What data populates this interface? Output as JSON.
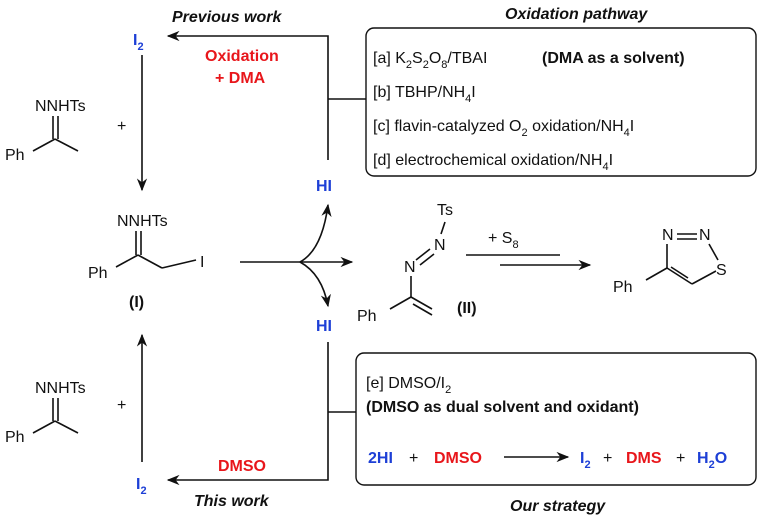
{
  "headers": {
    "previous_work": "Previous work",
    "oxidation_pathway": "Oxidation pathway",
    "this_work": "This work",
    "our_strategy": "Our strategy"
  },
  "top": {
    "i2": "I",
    "i2_sub": "2",
    "oxidation_line1": "Oxidation",
    "oxidation_line2": "+ DMA",
    "hi": "HI",
    "plus": "+",
    "hydrazone_label": "NNHTs",
    "ph": "Ph"
  },
  "pathway_box": {
    "a_pre": "[a] K",
    "a_sub1": "2",
    "a_mid1": "S",
    "a_sub2": "2",
    "a_mid2": "O",
    "a_sub3": "8",
    "a_post": "/TBAI",
    "a_note": "(DMA as a solvent)",
    "b_pre": "[b] TBHP/NH",
    "b_sub": "4",
    "b_post": "I",
    "c_pre": "[c] flavin-catalyzed O",
    "c_sub1": "2",
    "c_mid": " oxidation/NH",
    "c_sub2": "4",
    "c_post": "I",
    "d_pre": "[d] electrochemical oxidation/NH",
    "d_sub": "4",
    "d_post": "I"
  },
  "middle": {
    "intermediate_I_label": "NNHTs",
    "iodo": "I",
    "ph": "Ph",
    "compound_I": "(I)",
    "hi_top": "HI",
    "hi_bottom": "HI",
    "ts": "Ts",
    "n1": "N",
    "n2": "N",
    "compound_II": "(II)",
    "ph2": "Ph",
    "s8_pre": "+ S",
    "s8_sub": "8",
    "thiadiazole_n1": "N",
    "thiadiazole_n2": "N",
    "thiadiazole_s": "S",
    "ph3": "Ph"
  },
  "bottom": {
    "hydrazone_label": "NNHTs",
    "ph": "Ph",
    "plus": "+",
    "i2": "I",
    "i2_sub": "2",
    "dmso": "DMSO"
  },
  "strategy_box": {
    "e_pre": "[e] DMSO/I",
    "e_sub": "2",
    "e_note": "(DMSO as dual solvent and oxidant)",
    "eq_2hi": "2HI",
    "eq_plus1": "+",
    "eq_dmso": "DMSO",
    "eq_i2": "I",
    "eq_i2_sub": "2",
    "eq_plus2": "+",
    "eq_dms": "DMS",
    "eq_plus3": "+",
    "eq_h": "H",
    "eq_h_sub": "2",
    "eq_o": "O"
  },
  "colors": {
    "accent_red": "#e8161b",
    "accent_blue": "#1d3fd6",
    "ink": "#111111"
  }
}
